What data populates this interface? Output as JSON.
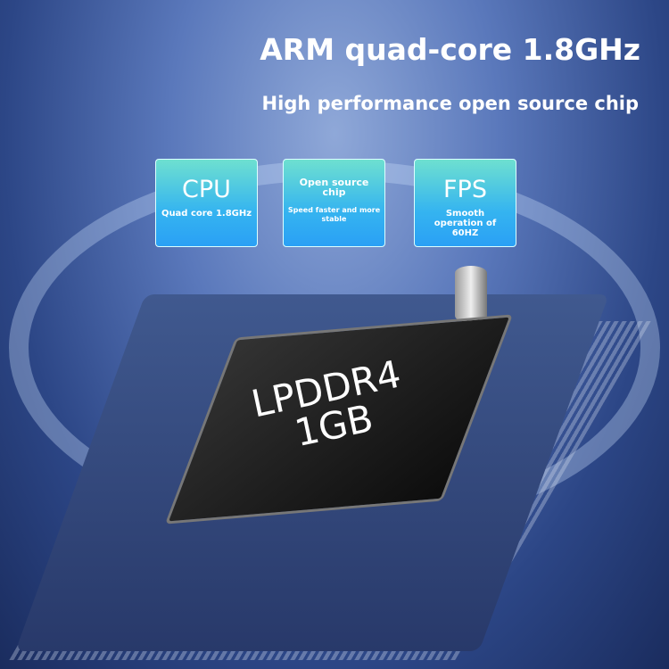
{
  "headline": "ARM quad-core 1.8GHz",
  "subheadline": "High performance open source chip",
  "cards": [
    {
      "title": "CPU",
      "desc": "Quad core 1.8GHz"
    },
    {
      "title": "Open source chip",
      "desc": "Speed faster and more stable"
    },
    {
      "title": "FPS",
      "desc": "Smooth operation of 60HZ"
    }
  ],
  "chip": {
    "line1": "LPDDR4",
    "line2": "1GB"
  }
}
